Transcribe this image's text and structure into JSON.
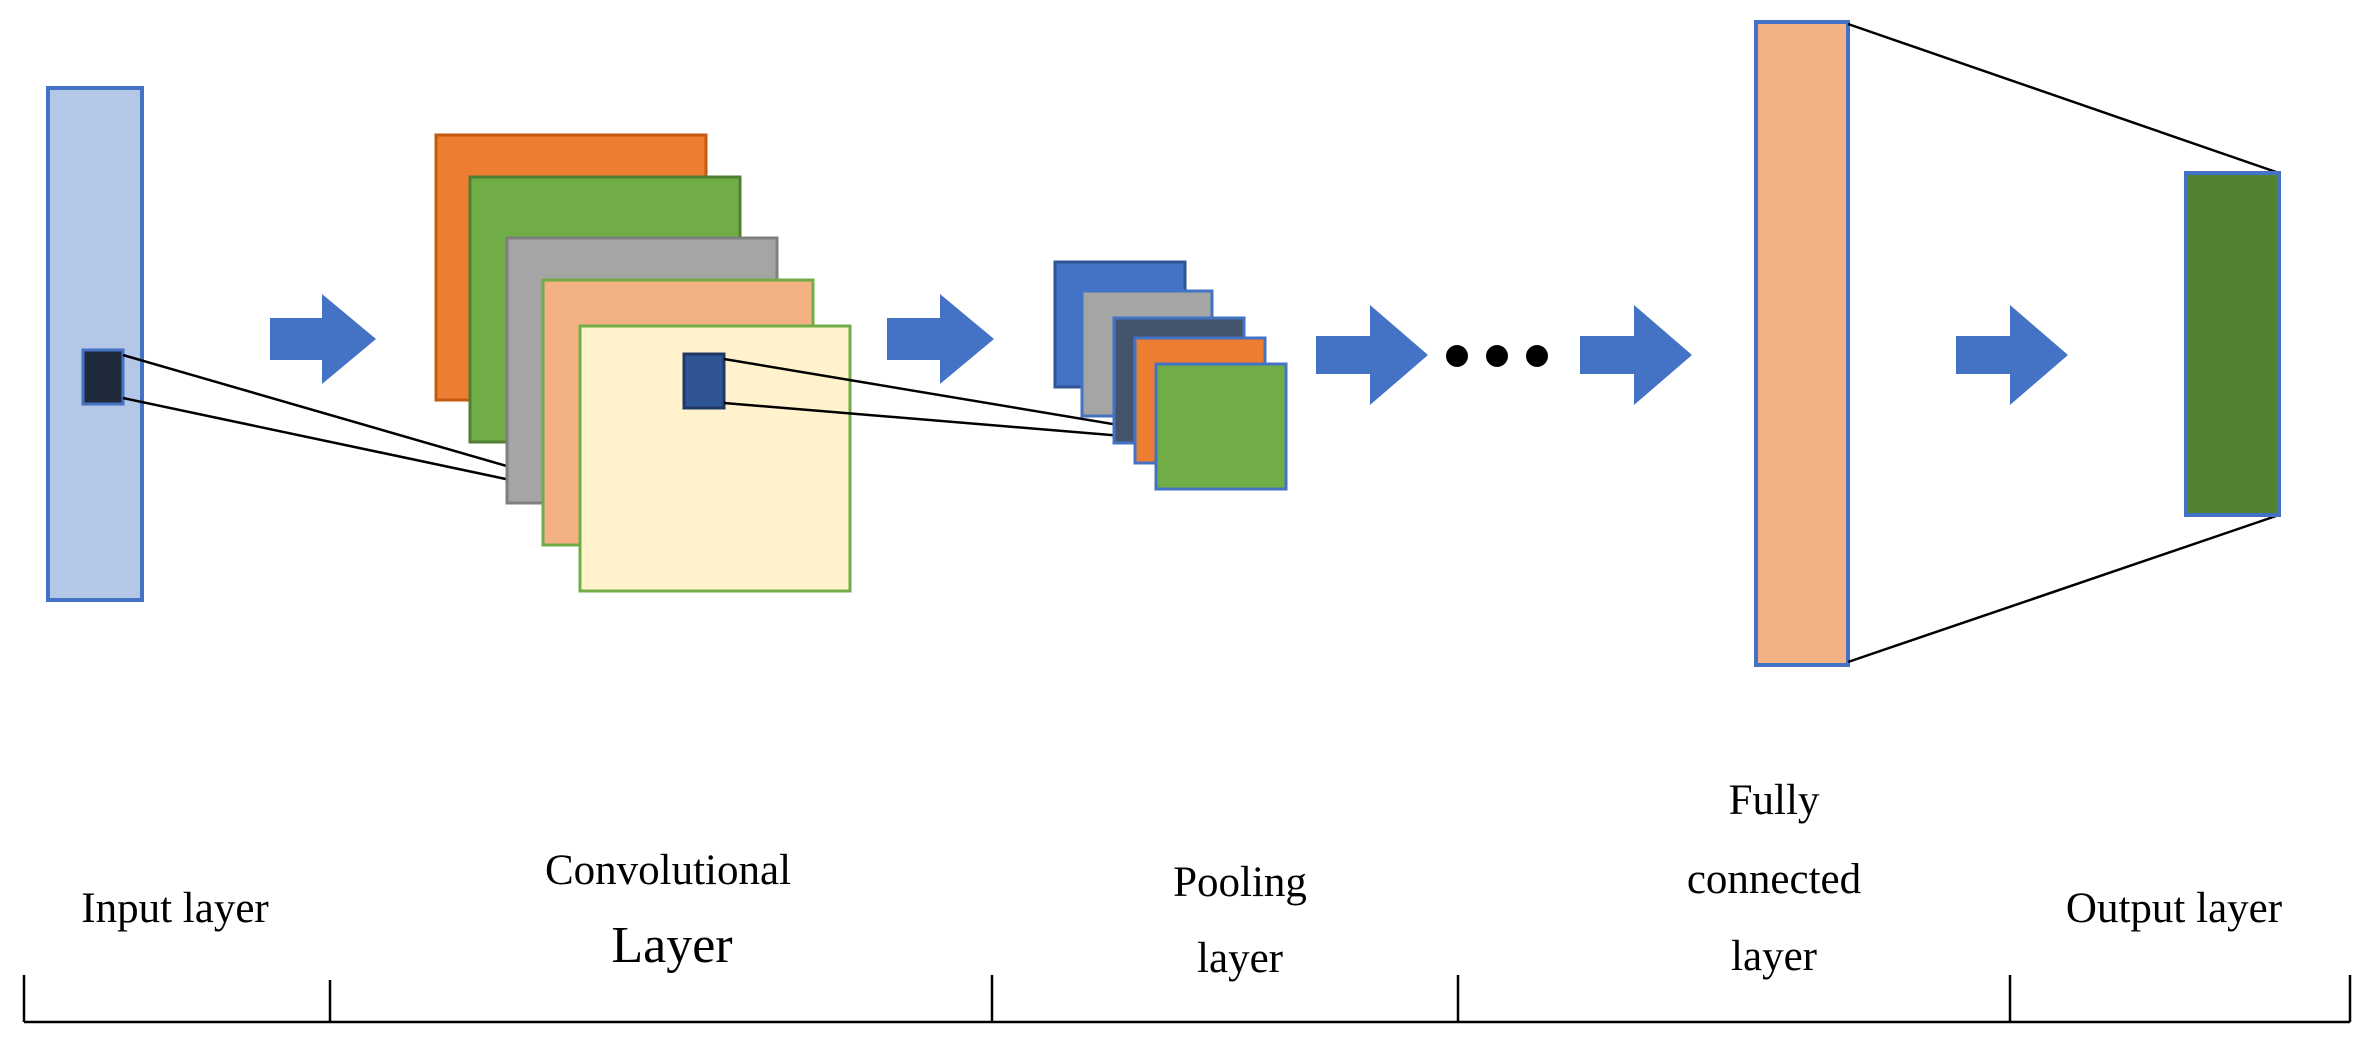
{
  "stages": [
    {
      "id": "input",
      "label_lines": [
        "Input layer"
      ]
    },
    {
      "id": "convolutional",
      "label_lines": [
        "Convolutional",
        "Layer"
      ]
    },
    {
      "id": "pooling",
      "label_lines": [
        "Pooling",
        "layer"
      ]
    },
    {
      "id": "fully_connected",
      "label_lines": [
        "Fully",
        "connected",
        "layer"
      ]
    },
    {
      "id": "output",
      "label_lines": [
        "Output layer"
      ]
    }
  ],
  "colors": {
    "input_column": "#b4c7e7",
    "input_border": "#4472c4",
    "kernel_dark": "#1f2a3a",
    "arrow": "#4472c4",
    "conv_orange": "#ed7d31",
    "conv_green": "#70ad47",
    "conv_gray": "#a5a5a5",
    "conv_peach": "#f4b183",
    "conv_cream": "#fff2cc",
    "pool_blue": "#4472c4",
    "pool_gray": "#a5a5a5",
    "pool_navy": "#44546a",
    "pool_orange": "#ed7d31",
    "pool_green": "#70ad47",
    "fc_fill": "#f4b183",
    "output_fill": "#548235",
    "line": "#000000"
  },
  "icons": [
    "right-arrow-icon",
    "ellipsis-icon"
  ]
}
